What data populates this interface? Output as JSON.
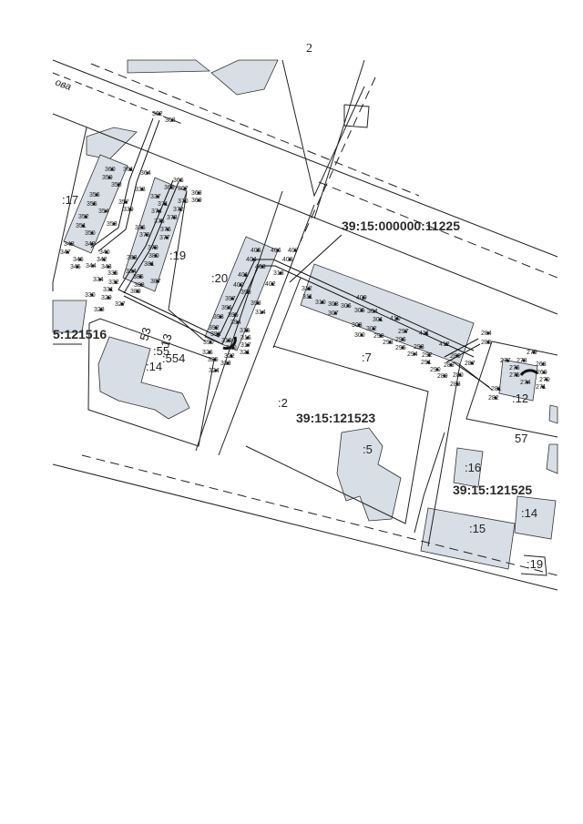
{
  "page_number": "2",
  "street_fragment": "ова",
  "colors": {
    "building": "#d7dee6",
    "line": "#222222",
    "route": "#111111"
  },
  "cadastral": [
    {
      "id": "cad-main",
      "text": "39:15:000000:11225"
    },
    {
      "id": "cad-516",
      "text": "5:121516"
    },
    {
      "id": "cad-523",
      "text": "39:15:121523"
    },
    {
      "id": "cad-525",
      "text": "39:15:121525"
    }
  ],
  "parcels": [
    {
      "id": "p17",
      "text": ":17"
    },
    {
      "id": "p19a",
      "text": ":19"
    },
    {
      "id": "p20",
      "text": ":20"
    },
    {
      "id": "p14a",
      "text": ":14"
    },
    {
      "id": "p7",
      "text": ":7"
    },
    {
      "id": "p2",
      "text": ":2"
    },
    {
      "id": "p5",
      "text": ":5"
    },
    {
      "id": "p12",
      "text": ":12"
    },
    {
      "id": "p16",
      "text": ":16"
    },
    {
      "id": "p14b",
      "text": ":14"
    },
    {
      "id": "p15",
      "text": ":15"
    },
    {
      "id": "p19b",
      "text": ":19"
    },
    {
      "id": "p53",
      "text": "53"
    },
    {
      "id": "p13",
      "text": "13"
    },
    {
      "id": "p55",
      "text": ":55"
    },
    {
      "id": "p554",
      "text": ":554"
    },
    {
      "id": "p57",
      "text": "57"
    }
  ],
  "points": [
    {
      "id": "362",
      "label": "362"
    },
    {
      "id": "363",
      "label": "363"
    },
    {
      "id": "360",
      "label": "360"
    },
    {
      "id": "361",
      "label": "361"
    },
    {
      "id": "364",
      "label": "364"
    },
    {
      "id": "359",
      "label": "359"
    },
    {
      "id": "358",
      "label": "358"
    },
    {
      "id": "338",
      "label": "338"
    },
    {
      "id": "366",
      "label": "366"
    },
    {
      "id": "365",
      "label": "365"
    },
    {
      "id": "367",
      "label": "367"
    },
    {
      "id": "368",
      "label": "368"
    },
    {
      "id": "356",
      "label": "356"
    },
    {
      "id": "357",
      "label": "357"
    },
    {
      "id": "355",
      "label": "355"
    },
    {
      "id": "337",
      "label": "337"
    },
    {
      "id": "370",
      "label": "370"
    },
    {
      "id": "369",
      "label": "369"
    },
    {
      "id": "371",
      "label": "371"
    },
    {
      "id": "372",
      "label": "372"
    },
    {
      "id": "354",
      "label": "354"
    },
    {
      "id": "339",
      "label": "339"
    },
    {
      "id": "374",
      "label": "374"
    },
    {
      "id": "373",
      "label": "373"
    },
    {
      "id": "352",
      "label": "352"
    },
    {
      "id": "375",
      "label": "375"
    },
    {
      "id": "351",
      "label": "351"
    },
    {
      "id": "353",
      "label": "353"
    },
    {
      "id": "336",
      "label": "336"
    },
    {
      "id": "376",
      "label": "376"
    },
    {
      "id": "350",
      "label": "350"
    },
    {
      "id": "378",
      "label": "378"
    },
    {
      "id": "377",
      "label": "377"
    },
    {
      "id": "348",
      "label": "348"
    },
    {
      "id": "349",
      "label": "349"
    },
    {
      "id": "379",
      "label": "379"
    },
    {
      "id": "347",
      "label": "347"
    },
    {
      "id": "340",
      "label": "340"
    },
    {
      "id": "380",
      "label": "380"
    },
    {
      "id": "346",
      "label": "346"
    },
    {
      "id": "342",
      "label": "342"
    },
    {
      "id": "383",
      "label": "383"
    },
    {
      "id": "381",
      "label": "381"
    },
    {
      "id": "345",
      "label": "345"
    },
    {
      "id": "344",
      "label": "344"
    },
    {
      "id": "343",
      "label": "343"
    },
    {
      "id": "335",
      "label": "335"
    },
    {
      "id": "384",
      "label": "384"
    },
    {
      "id": "334",
      "label": "334"
    },
    {
      "id": "385",
      "label": "385"
    },
    {
      "id": "387",
      "label": "387"
    },
    {
      "id": "332",
      "label": "332"
    },
    {
      "id": "388",
      "label": "388"
    },
    {
      "id": "331",
      "label": "331"
    },
    {
      "id": "389",
      "label": "389"
    },
    {
      "id": "330",
      "label": "330"
    },
    {
      "id": "329",
      "label": "329"
    },
    {
      "id": "327",
      "label": "327"
    },
    {
      "id": "328",
      "label": "328"
    },
    {
      "id": "405",
      "label": "405"
    },
    {
      "id": "406",
      "label": "406"
    },
    {
      "id": "407",
      "label": "407"
    },
    {
      "id": "404",
      "label": "404"
    },
    {
      "id": "408",
      "label": "408"
    },
    {
      "id": "403",
      "label": "403"
    },
    {
      "id": "313",
      "label": "313"
    },
    {
      "id": "401",
      "label": "401"
    },
    {
      "id": "400",
      "label": "400"
    },
    {
      "id": "402",
      "label": "402"
    },
    {
      "id": "399",
      "label": "399"
    },
    {
      "id": "397",
      "label": "397"
    },
    {
      "id": "398",
      "label": "398"
    },
    {
      "id": "396",
      "label": "396"
    },
    {
      "id": "314",
      "label": "314"
    },
    {
      "id": "395",
      "label": "395"
    },
    {
      "id": "393",
      "label": "393"
    },
    {
      "id": "394",
      "label": "394"
    },
    {
      "id": "392",
      "label": "392"
    },
    {
      "id": "315",
      "label": "315"
    },
    {
      "id": "391",
      "label": "391"
    },
    {
      "id": "316",
      "label": "316"
    },
    {
      "id": "390",
      "label": "390"
    },
    {
      "id": "319",
      "label": "319"
    },
    {
      "id": "317",
      "label": "317"
    },
    {
      "id": "320",
      "label": "320"
    },
    {
      "id": "321",
      "label": "321"
    },
    {
      "id": "326",
      "label": "326"
    },
    {
      "id": "322",
      "label": "322"
    },
    {
      "id": "325",
      "label": "325"
    },
    {
      "id": "323",
      "label": "323"
    },
    {
      "id": "324",
      "label": "324"
    },
    {
      "id": "312",
      "label": "312"
    },
    {
      "id": "311",
      "label": "311"
    },
    {
      "id": "310",
      "label": "310"
    },
    {
      "id": "409",
      "label": "409"
    },
    {
      "id": "308",
      "label": "308"
    },
    {
      "id": "306",
      "label": "306"
    },
    {
      "id": "307",
      "label": "307"
    },
    {
      "id": "305",
      "label": "305"
    },
    {
      "id": "304",
      "label": "304"
    },
    {
      "id": "301",
      "label": "301"
    },
    {
      "id": "303",
      "label": "303"
    },
    {
      "id": "302",
      "label": "302"
    },
    {
      "id": "410",
      "label": "410"
    },
    {
      "id": "300",
      "label": "300"
    },
    {
      "id": "299",
      "label": "299"
    },
    {
      "id": "297",
      "label": "297"
    },
    {
      "id": "411",
      "label": "411"
    },
    {
      "id": "298",
      "label": "298"
    },
    {
      "id": "296",
      "label": "296"
    },
    {
      "id": "293",
      "label": "293"
    },
    {
      "id": "295",
      "label": "295"
    },
    {
      "id": "294",
      "label": "294"
    },
    {
      "id": "292",
      "label": "292"
    },
    {
      "id": "412",
      "label": "412"
    },
    {
      "id": "291",
      "label": "291"
    },
    {
      "id": "290",
      "label": "290"
    },
    {
      "id": "289",
      "label": "289"
    },
    {
      "id": "288",
      "label": "288"
    },
    {
      "id": "286",
      "label": "286"
    },
    {
      "id": "287",
      "label": "287"
    },
    {
      "id": "284",
      "label": "284"
    },
    {
      "id": "285",
      "label": "285"
    },
    {
      "id": "283",
      "label": "283"
    },
    {
      "id": "281",
      "label": "281"
    },
    {
      "id": "282",
      "label": "282"
    },
    {
      "id": "280",
      "label": "280"
    },
    {
      "id": "279",
      "label": "279"
    },
    {
      "id": "278",
      "label": "278"
    },
    {
      "id": "277",
      "label": "277"
    },
    {
      "id": "268",
      "label": "268"
    },
    {
      "id": "276",
      "label": "276"
    },
    {
      "id": "269",
      "label": "269"
    },
    {
      "id": "275",
      "label": "275"
    },
    {
      "id": "270",
      "label": "270"
    },
    {
      "id": "274",
      "label": "274"
    },
    {
      "id": "271",
      "label": "271"
    }
  ]
}
